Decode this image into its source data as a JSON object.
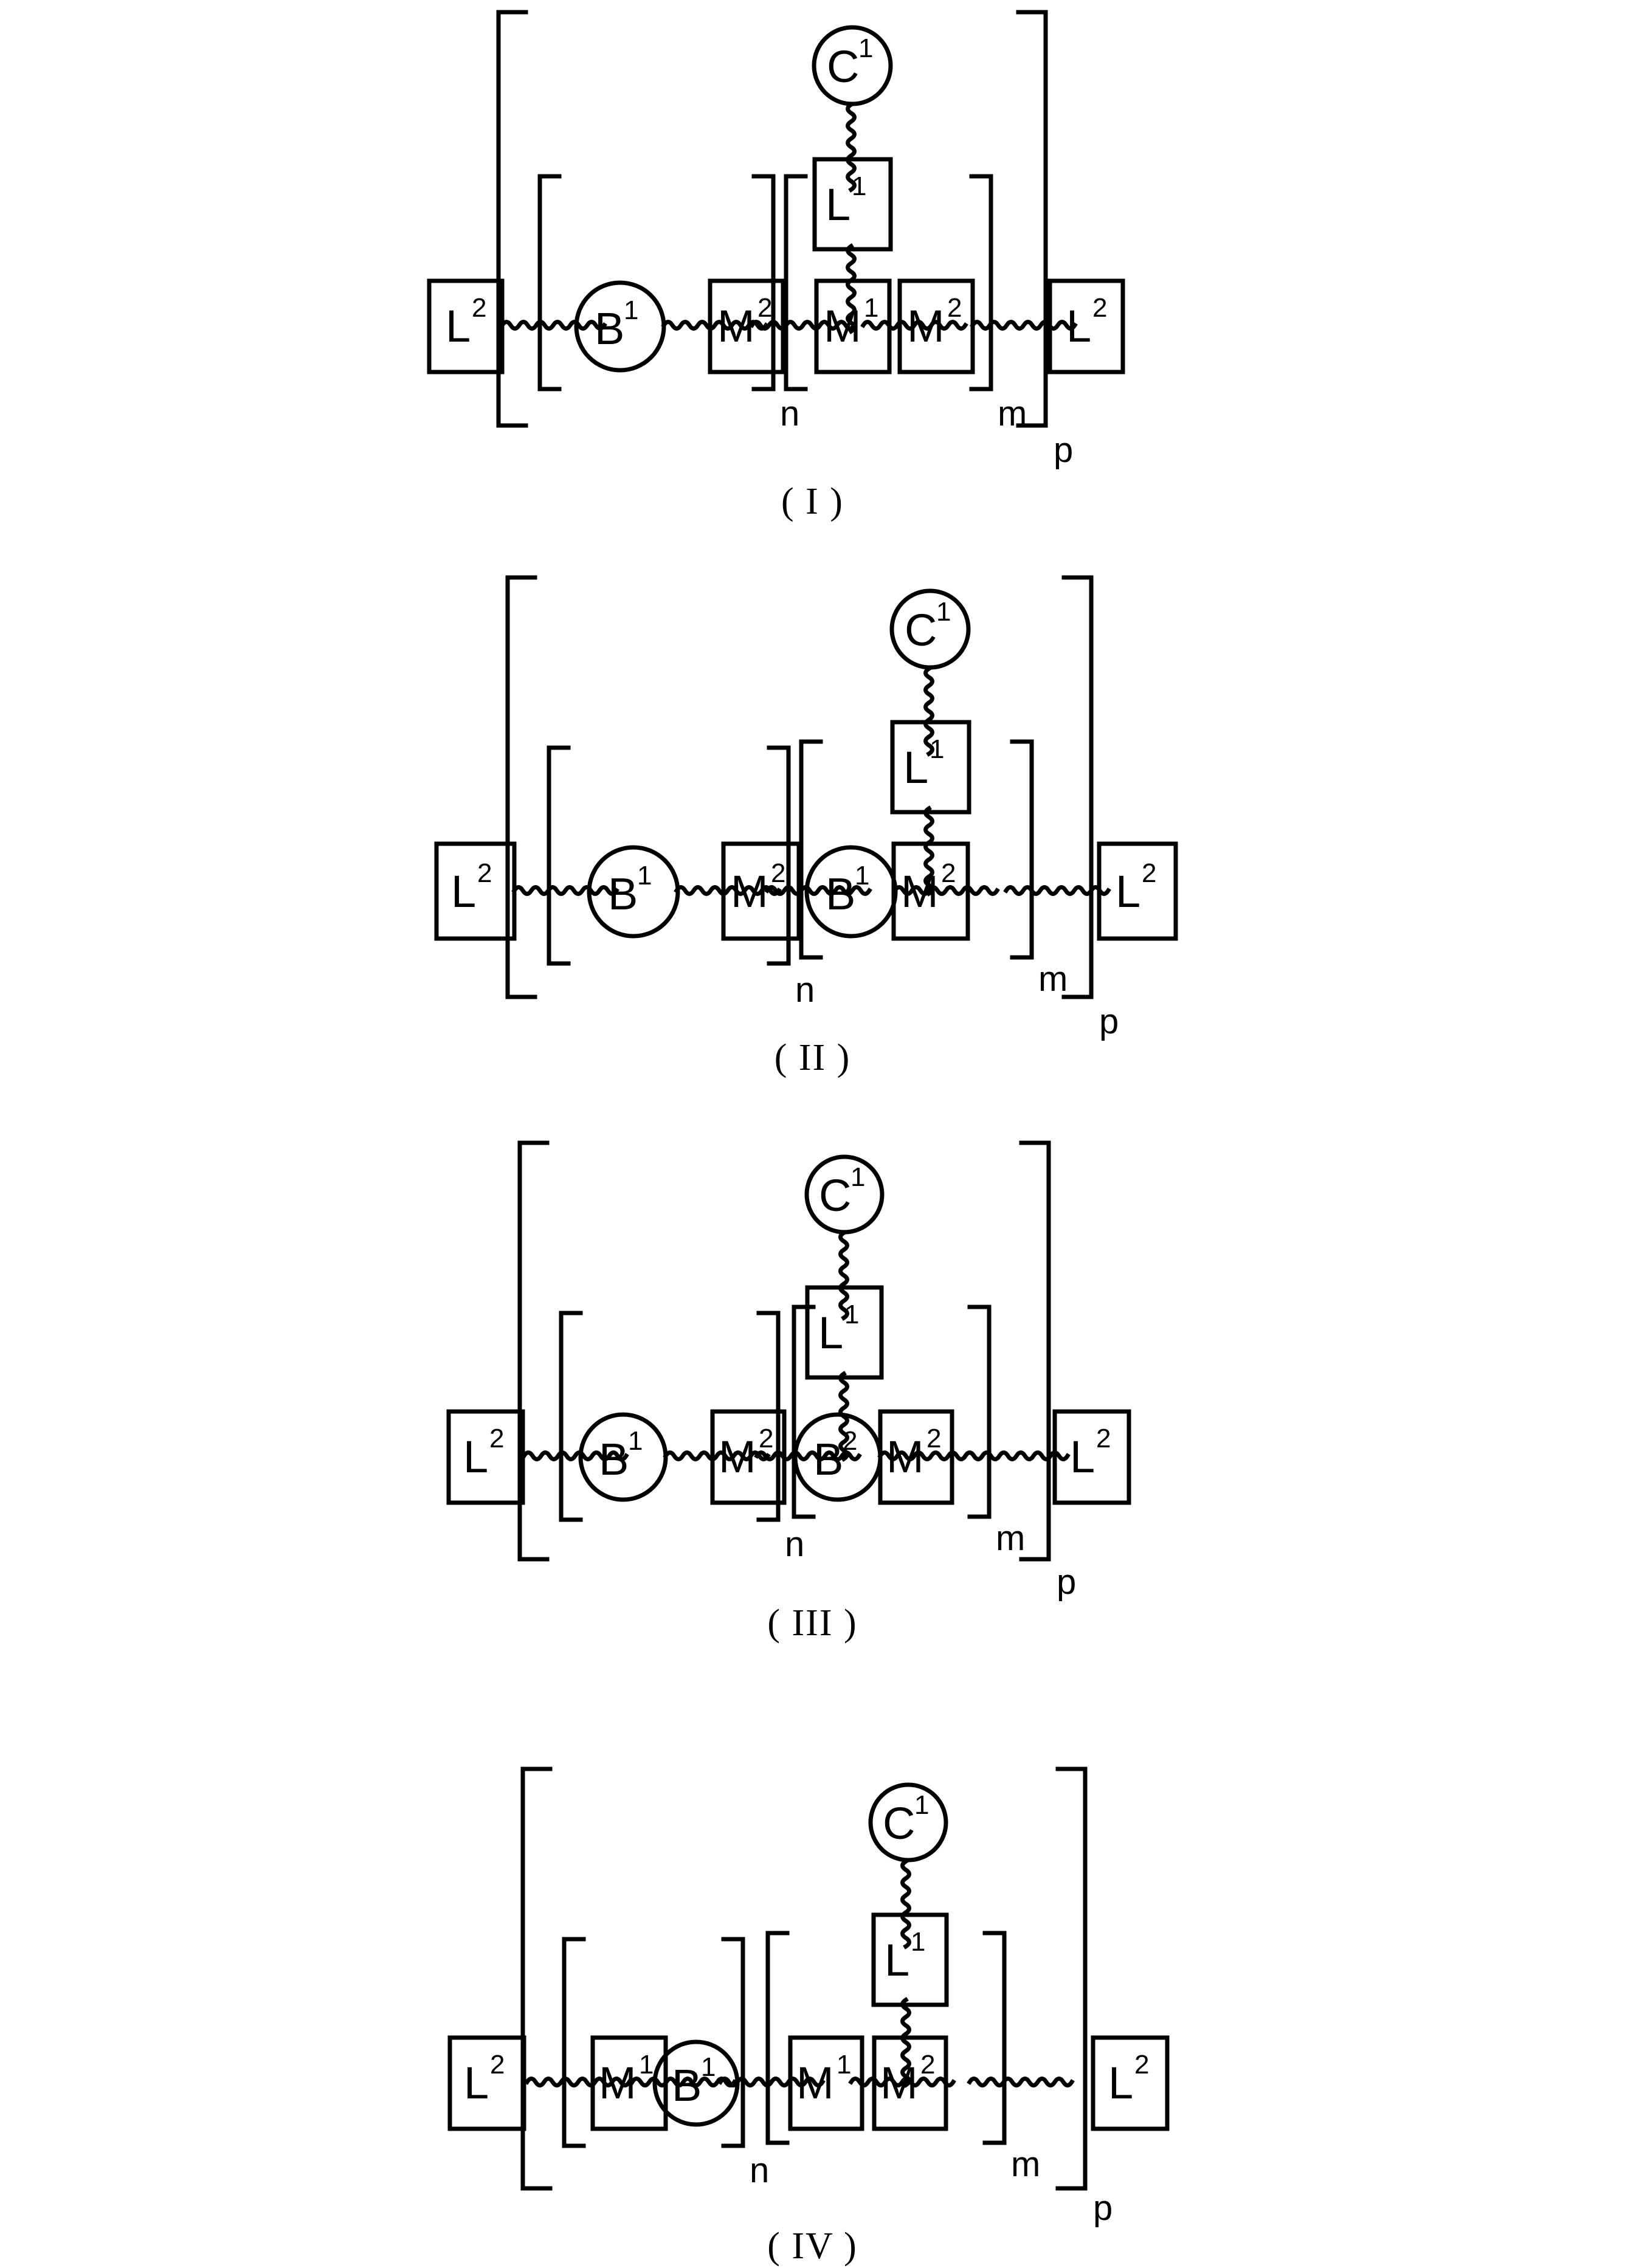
{
  "document": {
    "kind": "patent-chemical-structure-figure-sheet",
    "background_color": "#ffffff",
    "line_color": "#000000",
    "structure_count": 4
  },
  "unit_labels": {
    "L1": "L",
    "L1_sup": "1",
    "L2": "L",
    "L2_sup": "2",
    "M1": "M",
    "M1_sup": "1",
    "M2": "M",
    "M2_sup": "2",
    "B1": "B",
    "B1_sup": "1",
    "B2": "B",
    "B2_sup": "2",
    "C1": "C",
    "C1_sup": "1"
  },
  "subscripts": {
    "n": "n",
    "m": "m",
    "p": "p"
  },
  "structures": [
    {
      "id": "I",
      "label": "( I )",
      "branch": {
        "top_unit": {
          "text": "C",
          "sup": "1",
          "shape": "circle"
        },
        "mid_unit": {
          "text": "L",
          "sup": "1",
          "shape": "rect"
        },
        "attaches_to": "M1"
      },
      "left_cap": {
        "text": "L",
        "sup": "2",
        "shape": "rect"
      },
      "right_cap": {
        "text": "L",
        "sup": "2",
        "shape": "rect"
      },
      "block_n": {
        "subscript": "n",
        "units": [
          {
            "text": "B",
            "sup": "1",
            "shape": "circle"
          },
          {
            "text": "M",
            "sup": "2",
            "shape": "rect"
          }
        ]
      },
      "block_m": {
        "subscript": "m",
        "units": [
          {
            "text": "M",
            "sup": "1",
            "shape": "rect",
            "branched": true
          },
          {
            "text": "M",
            "sup": "2",
            "shape": "rect"
          }
        ]
      },
      "outer_subscript": "p"
    },
    {
      "id": "II",
      "label": "( II )",
      "branch": {
        "top_unit": {
          "text": "C",
          "sup": "1",
          "shape": "circle"
        },
        "mid_unit": {
          "text": "L",
          "sup": "1",
          "shape": "rect"
        },
        "attaches_to": "M2"
      },
      "left_cap": {
        "text": "L",
        "sup": "2",
        "shape": "rect"
      },
      "right_cap": {
        "text": "L",
        "sup": "2",
        "shape": "rect"
      },
      "block_n": {
        "subscript": "n",
        "units": [
          {
            "text": "B",
            "sup": "1",
            "shape": "circle"
          },
          {
            "text": "M",
            "sup": "2",
            "shape": "rect"
          }
        ]
      },
      "block_m": {
        "subscript": "m",
        "units": [
          {
            "text": "B",
            "sup": "1",
            "shape": "circle"
          },
          {
            "text": "M",
            "sup": "2",
            "shape": "rect",
            "branched": true
          }
        ]
      },
      "outer_subscript": "p"
    },
    {
      "id": "III",
      "label": "( III )",
      "branch": {
        "top_unit": {
          "text": "C",
          "sup": "1",
          "shape": "circle"
        },
        "mid_unit": {
          "text": "L",
          "sup": "1",
          "shape": "rect"
        },
        "attaches_to": "B2"
      },
      "left_cap": {
        "text": "L",
        "sup": "2",
        "shape": "rect"
      },
      "right_cap": {
        "text": "L",
        "sup": "2",
        "shape": "rect"
      },
      "block_n": {
        "subscript": "n",
        "units": [
          {
            "text": "B",
            "sup": "1",
            "shape": "circle"
          },
          {
            "text": "M",
            "sup": "2",
            "shape": "rect"
          }
        ]
      },
      "block_m": {
        "subscript": "m",
        "units": [
          {
            "text": "B",
            "sup": "2",
            "shape": "circle",
            "branched": true
          },
          {
            "text": "M",
            "sup": "2",
            "shape": "rect"
          }
        ]
      },
      "outer_subscript": "p"
    },
    {
      "id": "IV",
      "label": "( IV )",
      "branch": {
        "top_unit": {
          "text": "C",
          "sup": "1",
          "shape": "circle"
        },
        "mid_unit": {
          "text": "L",
          "sup": "1",
          "shape": "rect"
        },
        "attaches_to": "M2"
      },
      "left_cap": {
        "text": "L",
        "sup": "2",
        "shape": "rect"
      },
      "right_cap": {
        "text": "L",
        "sup": "2",
        "shape": "rect"
      },
      "block_n": {
        "subscript": "n",
        "units": [
          {
            "text": "M",
            "sup": "1",
            "shape": "rect"
          },
          {
            "text": "B",
            "sup": "1",
            "shape": "circle"
          }
        ]
      },
      "block_m": {
        "subscript": "m",
        "units": [
          {
            "text": "M",
            "sup": "1",
            "shape": "rect"
          },
          {
            "text": "M",
            "sup": "2",
            "shape": "rect",
            "branched": true
          }
        ]
      },
      "outer_subscript": "p"
    }
  ]
}
